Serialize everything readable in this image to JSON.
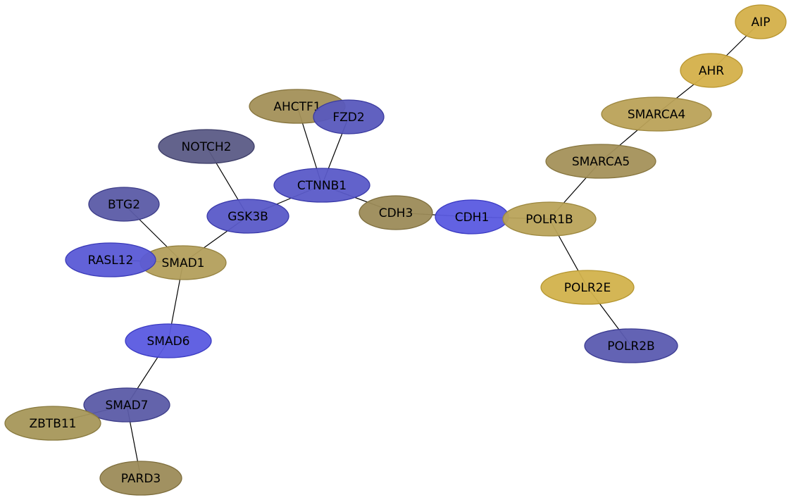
{
  "network": {
    "nodes": [
      {
        "id": "AIP",
        "label": "AIP",
        "color": "#d4b04a",
        "stroke": "#b8952e"
      },
      {
        "id": "AHR",
        "label": "AHR",
        "color": "#d4b04a",
        "stroke": "#b8952e"
      },
      {
        "id": "SMARCA4",
        "label": "SMARCA4",
        "color": "#baa259",
        "stroke": "#9c863e"
      },
      {
        "id": "SMARCA5",
        "label": "SMARCA5",
        "color": "#a4915a",
        "stroke": "#86753e"
      },
      {
        "id": "POLR1B",
        "label": "POLR1B",
        "color": "#b9a35a",
        "stroke": "#9c873e"
      },
      {
        "id": "POLR2E",
        "label": "POLR2E",
        "color": "#d2b24c",
        "stroke": "#b59630"
      },
      {
        "id": "POLR2B",
        "label": "POLR2B",
        "color": "#5b5bb0",
        "stroke": "#3c3c92"
      },
      {
        "id": "CDH1",
        "label": "CDH1",
        "color": "#5a5ae0",
        "stroke": "#3a3ac2"
      },
      {
        "id": "CDH3",
        "label": "CDH3",
        "color": "#9c8b59",
        "stroke": "#7e6e3d"
      },
      {
        "id": "CTNNB1",
        "label": "CTNNB1",
        "color": "#5a5ac8",
        "stroke": "#3a3aaa"
      },
      {
        "id": "AHCTF1",
        "label": "AHCTF1",
        "color": "#a39058",
        "stroke": "#85733c"
      },
      {
        "id": "FZD2",
        "label": "FZD2",
        "color": "#5959bd",
        "stroke": "#3a3a9f"
      },
      {
        "id": "NOTCH2",
        "label": "NOTCH2",
        "color": "#5b5b86",
        "stroke": "#3d3d68"
      },
      {
        "id": "GSK3B",
        "label": "GSK3B",
        "color": "#5a5ac8",
        "stroke": "#3a3aaa"
      },
      {
        "id": "BTG2",
        "label": "BTG2",
        "color": "#5b5ba6",
        "stroke": "#3c3c88"
      },
      {
        "id": "RASL12",
        "label": "RASL12",
        "color": "#5a5ad6",
        "stroke": "#3a3ab8"
      },
      {
        "id": "SMAD1",
        "label": "SMAD1",
        "color": "#b39f5c",
        "stroke": "#958240"
      },
      {
        "id": "SMAD6",
        "label": "SMAD6",
        "color": "#5a5ae0",
        "stroke": "#3a3ac2"
      },
      {
        "id": "SMAD7",
        "label": "SMAD7",
        "color": "#5b5ba6",
        "stroke": "#3c3c88"
      },
      {
        "id": "ZBTB11",
        "label": "ZBTB11",
        "color": "#a6975a",
        "stroke": "#88793e"
      },
      {
        "id": "PARD3",
        "label": "PARD3",
        "color": "#9c8b59",
        "stroke": "#7e6e3d"
      }
    ],
    "edges": [
      [
        "AIP",
        "AHR"
      ],
      [
        "AHR",
        "SMARCA4"
      ],
      [
        "SMARCA4",
        "SMARCA5"
      ],
      [
        "SMARCA5",
        "POLR1B"
      ],
      [
        "POLR1B",
        "POLR2E"
      ],
      [
        "POLR2E",
        "POLR2B"
      ],
      [
        "POLR1B",
        "CDH1"
      ],
      [
        "CDH1",
        "CDH3"
      ],
      [
        "CDH3",
        "CTNNB1"
      ],
      [
        "CTNNB1",
        "AHCTF1"
      ],
      [
        "CTNNB1",
        "FZD2"
      ],
      [
        "CTNNB1",
        "GSK3B"
      ],
      [
        "GSK3B",
        "NOTCH2"
      ],
      [
        "GSK3B",
        "SMAD1"
      ],
      [
        "BTG2",
        "SMAD1"
      ],
      [
        "RASL12",
        "SMAD1"
      ],
      [
        "SMAD1",
        "SMAD6"
      ],
      [
        "SMAD6",
        "SMAD7"
      ],
      [
        "SMAD7",
        "ZBTB11"
      ],
      [
        "SMAD7",
        "PARD3"
      ]
    ]
  }
}
